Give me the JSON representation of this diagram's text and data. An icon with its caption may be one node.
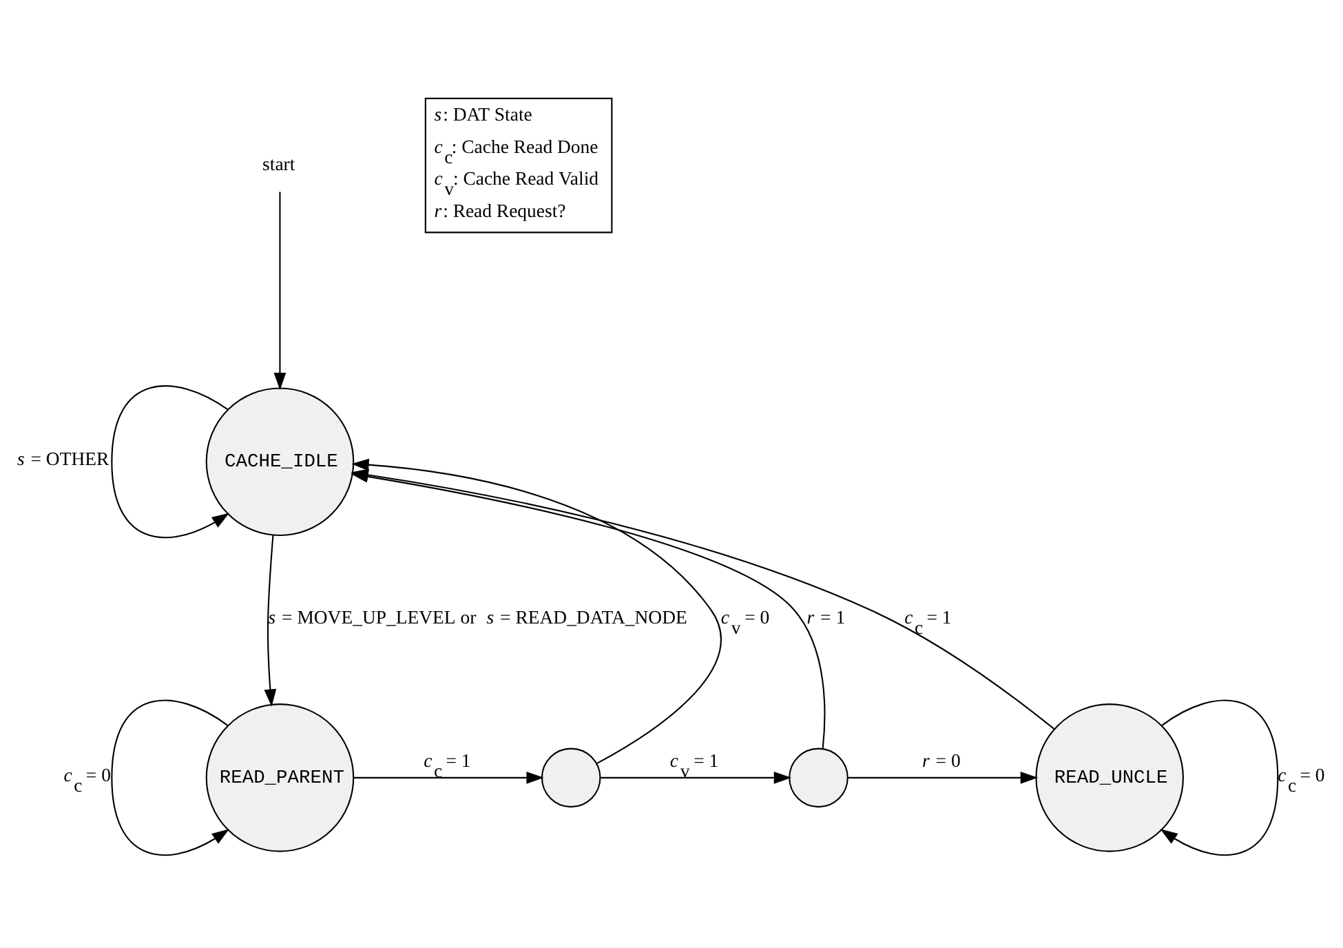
{
  "diagram": {
    "nodes": [
      {
        "text": [
          "start"
        ]
      },
      {
        "text": [
          "CACHE_IDLE"
        ]
      },
      {
        "text": [
          "READ_PARENT"
        ]
      },
      {
        "text": [],
        "shape": "circle"
      },
      {
        "text": [],
        "shape": "circle"
      },
      {
        "text": [
          "READ_UNCLE"
        ]
      }
    ],
    "edges": [
      {
        "from": 0,
        "to": 1,
        "arrow": "to"
      },
      {
        "from": 1,
        "to": 1,
        "arrow": "to",
        "label": "*s* = OTHER"
      },
      {
        "from": 1,
        "to": 2,
        "arrow": "to",
        "label": "*s* = MOVE_UP_LEVEL or *s* = READ_DATA_NODE"
      },
      {
        "from": 2,
        "to": 2,
        "arrow": "to",
        "label": "*c*$_{c}$ = 0"
      },
      {
        "from": 2,
        "to": 3,
        "arrow": "to",
        "label": "*c*$_{c}$ = 1"
      },
      {
        "from": 3,
        "to": 4,
        "arrow": "to",
        "label": "*c*$_{v}$ = 1"
      },
      {
        "from": 4,
        "to": 5,
        "arrow": "to",
        "label": "*r* = 0"
      },
      {
        "from": 5,
        "to": 5,
        "arrow": "to",
        "label": "*c*$_{c}$ = 0"
      },
      {
        "from": 3,
        "to": 1,
        "arrow": "to",
        "label": "*c*$_{v}$ = 0"
      },
      {
        "from": 4,
        "to": 1,
        "arrow": "to",
        "label": "*r* = 1"
      },
      {
        "from": 5,
        "to": 1,
        "arrow": "to",
        "label": "*c*$_{c}$ = 1"
      }
    ],
    "labels": [
      "*s*: DAT State",
      "*c*$_{c}$: Cache Read Done",
      "*c*$_{v}$: Cache Read Valid",
      "*r*: Read Request?"
    ]
  }
}
